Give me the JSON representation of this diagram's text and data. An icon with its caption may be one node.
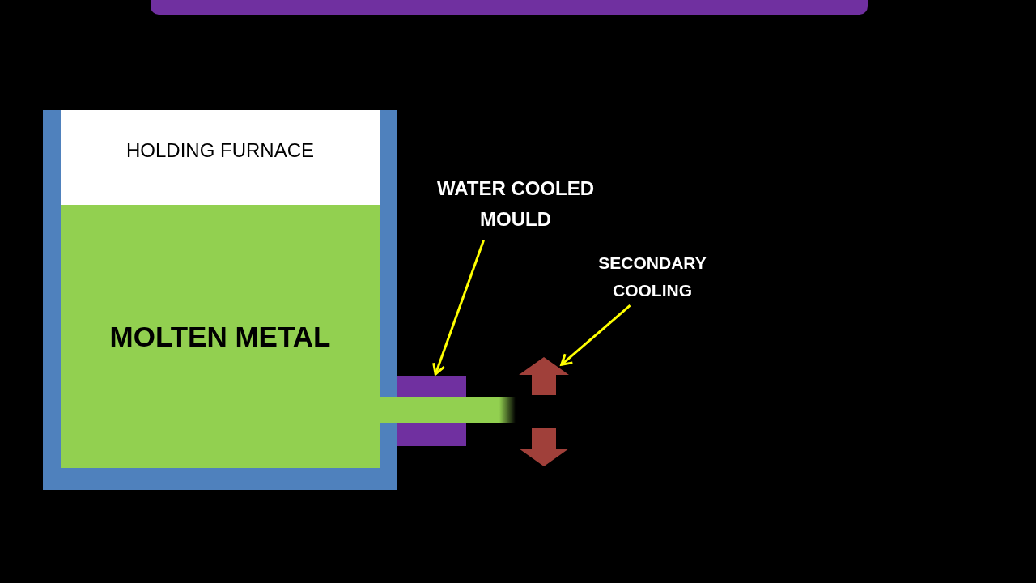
{
  "diagram": {
    "nodes": [
      {
        "text": [],
        "shape": "bar"
      },
      {
        "text": [
          "HOLDING FURNACE"
        ]
      },
      {
        "text": [
          "MOLTEN METAL"
        ],
        "in": 1
      },
      {
        "text": [
          "WATER COOLED MOULD"
        ]
      },
      {
        "text": [],
        "shape": "box"
      },
      {
        "text": [],
        "shape": "bar"
      },
      {
        "text": [],
        "shape": "box"
      },
      {
        "text": [
          "SECONDARY COOLING"
        ]
      },
      {
        "text": [],
        "shape": "arrow"
      },
      {
        "text": [],
        "shape": "arrow"
      }
    ],
    "edges": [
      {
        "from": 3,
        "to": 4,
        "arrow": "to"
      },
      {
        "from": 7,
        "to": 8,
        "arrow": "to"
      }
    ]
  }
}
